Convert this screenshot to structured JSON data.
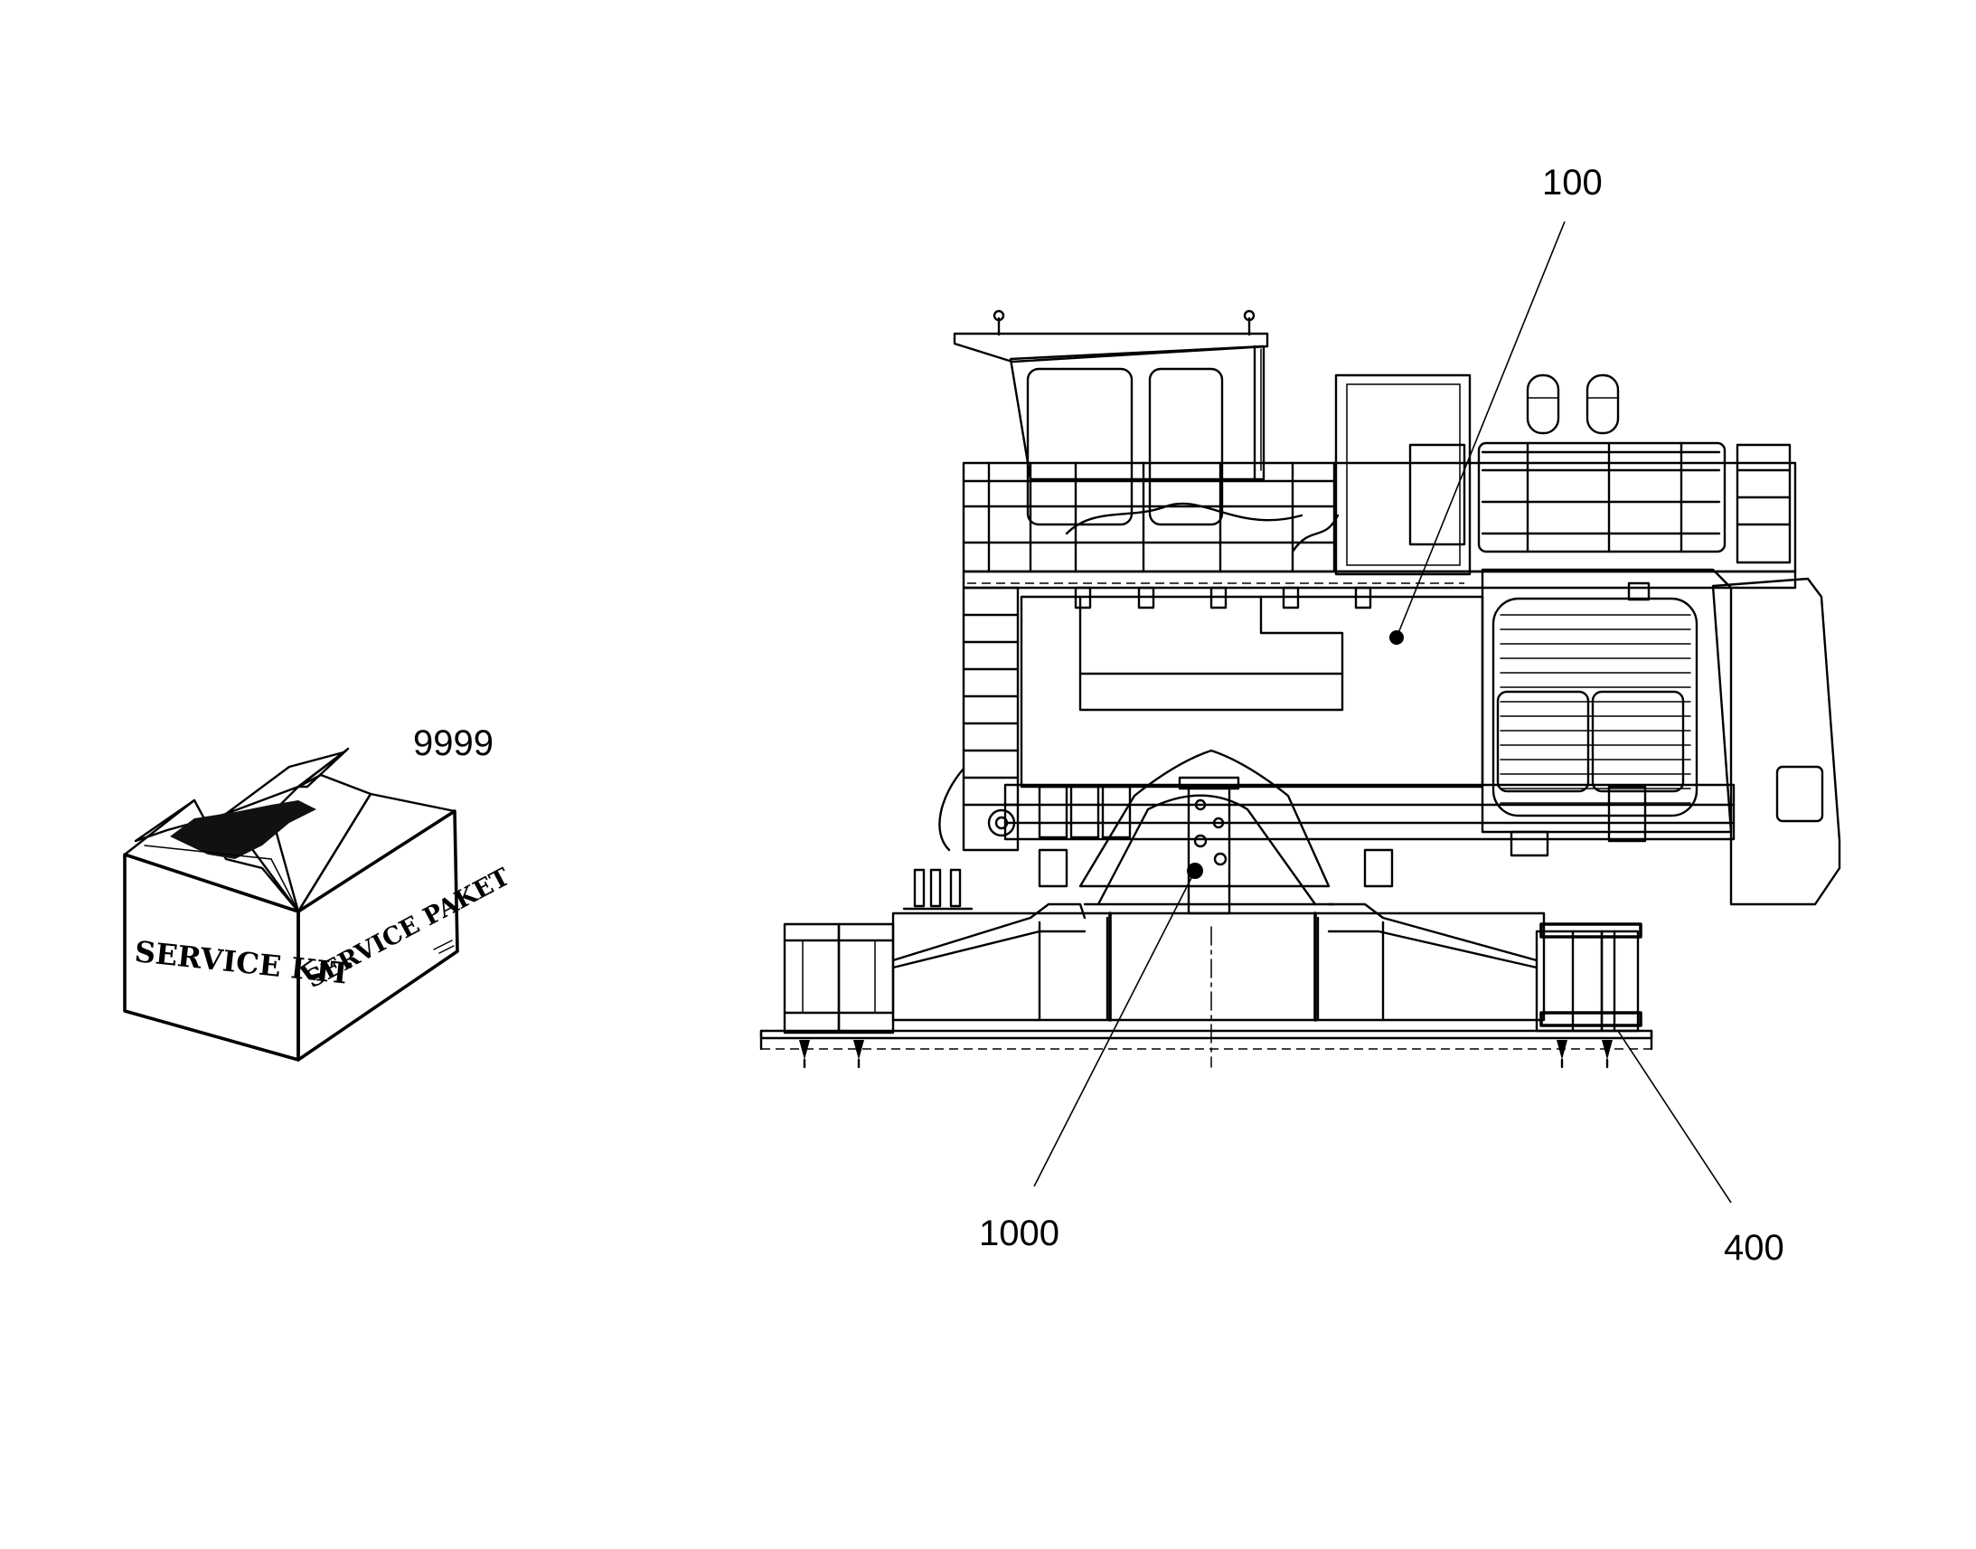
{
  "callouts": {
    "machine": "100",
    "central_rotary_joint": "1000",
    "undercarriage_rollers": "400",
    "service_kit": "9999"
  },
  "service_box": {
    "front_text": "SERVICE KIT",
    "side_text": "SERVICE PAKET"
  },
  "colors": {
    "line": "#000000",
    "background": "#ffffff"
  },
  "icons": {
    "box": "cardboard-box-icon",
    "machine": "excavator-superstructure-drawing"
  }
}
